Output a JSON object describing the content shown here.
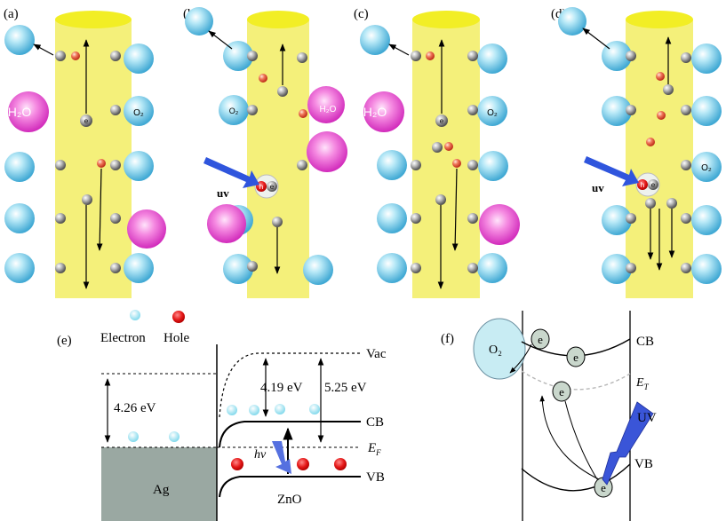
{
  "panels": {
    "a": {
      "label": "(a)",
      "molecules": {
        "water": "H₂O",
        "oxygen": "O₂"
      },
      "electron": "e"
    },
    "b": {
      "label": "(b)",
      "molecules": {
        "water": "H₂O",
        "oxygen": "O₂"
      },
      "uv": "uv",
      "hole": "h",
      "electron": "e"
    },
    "c": {
      "label": "(c)",
      "molecules": {
        "water": "H₂O",
        "oxygen": "O₂"
      },
      "electron": "e"
    },
    "d": {
      "label": "(d)",
      "molecules": {
        "oxygen": "O₂"
      },
      "uv": "uv",
      "hole": "h",
      "electron": "e"
    }
  },
  "band_e": {
    "label": "(e)",
    "legend": {
      "electron": "Electron",
      "hole": "Hole"
    },
    "metal": "Ag",
    "semiconductor": "ZnO",
    "levels": {
      "vac": "Vac",
      "cb": "CB",
      "fermi": "E",
      "fermi_sub": "F",
      "vb": "VB"
    },
    "energies": {
      "ag_work_function": "4.26 eV",
      "zno_affinity": "4.19 eV",
      "zno_work_function": "5.25 eV"
    },
    "photon": "hν"
  },
  "band_f": {
    "label": "(f)",
    "oxygen": "O₂",
    "electron": "e",
    "levels": {
      "cb": "CB",
      "trap": "E",
      "trap_sub": "T",
      "vb": "VB"
    },
    "uv": "UV"
  },
  "colors": {
    "nanowire": "#f4f07a",
    "nanowire_top": "#f2ee25",
    "oxygen_ball": "#8ed4ec",
    "water_ball": "#f070d8",
    "zinc_ball": "#a4a4a4",
    "hole_dot": "#e51919",
    "electron_dot": "#9ae4ec",
    "uv_arrow": "#3060e0",
    "ag_fill": "#9aa8a2"
  }
}
